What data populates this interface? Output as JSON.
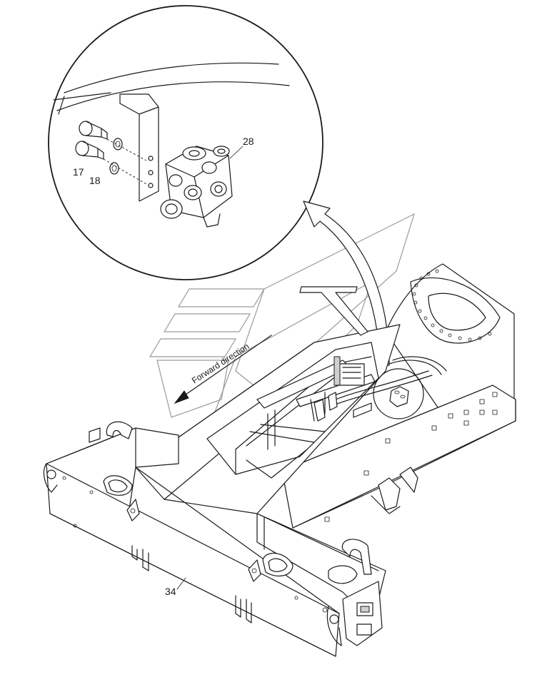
{
  "labels": {
    "part_28": "28",
    "part_17": "17",
    "part_18": "18",
    "part_34": "34",
    "forward_direction": "Forward direction"
  },
  "colors": {
    "line": "#1a1a1a",
    "watermark": "#9a9a9a",
    "background": "#ffffff"
  },
  "icons": {
    "direction_arrow": "forward-direction-arrow-icon",
    "callout_arrow": "curved-callout-arrow-icon"
  }
}
